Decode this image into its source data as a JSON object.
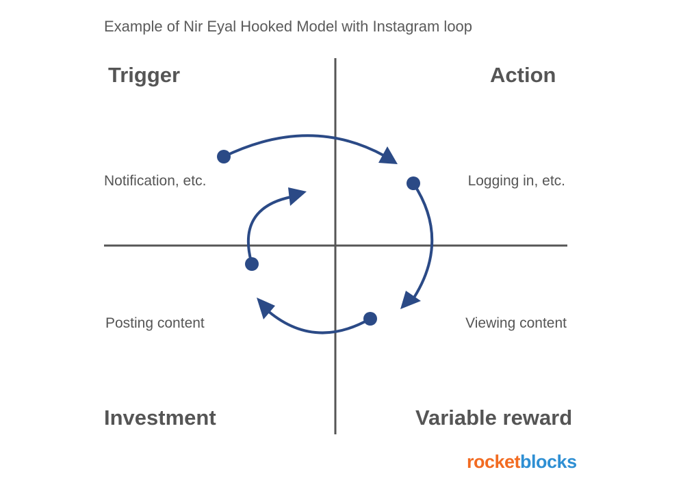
{
  "title": "Example of Nir Eyal Hooked Model with Instagram loop",
  "quadrants": {
    "trigger": "Trigger",
    "action": "Action",
    "investment": "Investment",
    "variable_reward": "Variable reward"
  },
  "examples": {
    "trigger": "Notification, etc.",
    "action": "Logging in, etc.",
    "investment": "Posting content",
    "variable_reward": "Viewing content"
  },
  "logo": {
    "part1": "rocket",
    "part2": "blocks",
    "color1": "#f26b21",
    "color2": "#2e8fd3"
  },
  "colors": {
    "arrow": "#2b4a86",
    "axis": "#555555"
  }
}
